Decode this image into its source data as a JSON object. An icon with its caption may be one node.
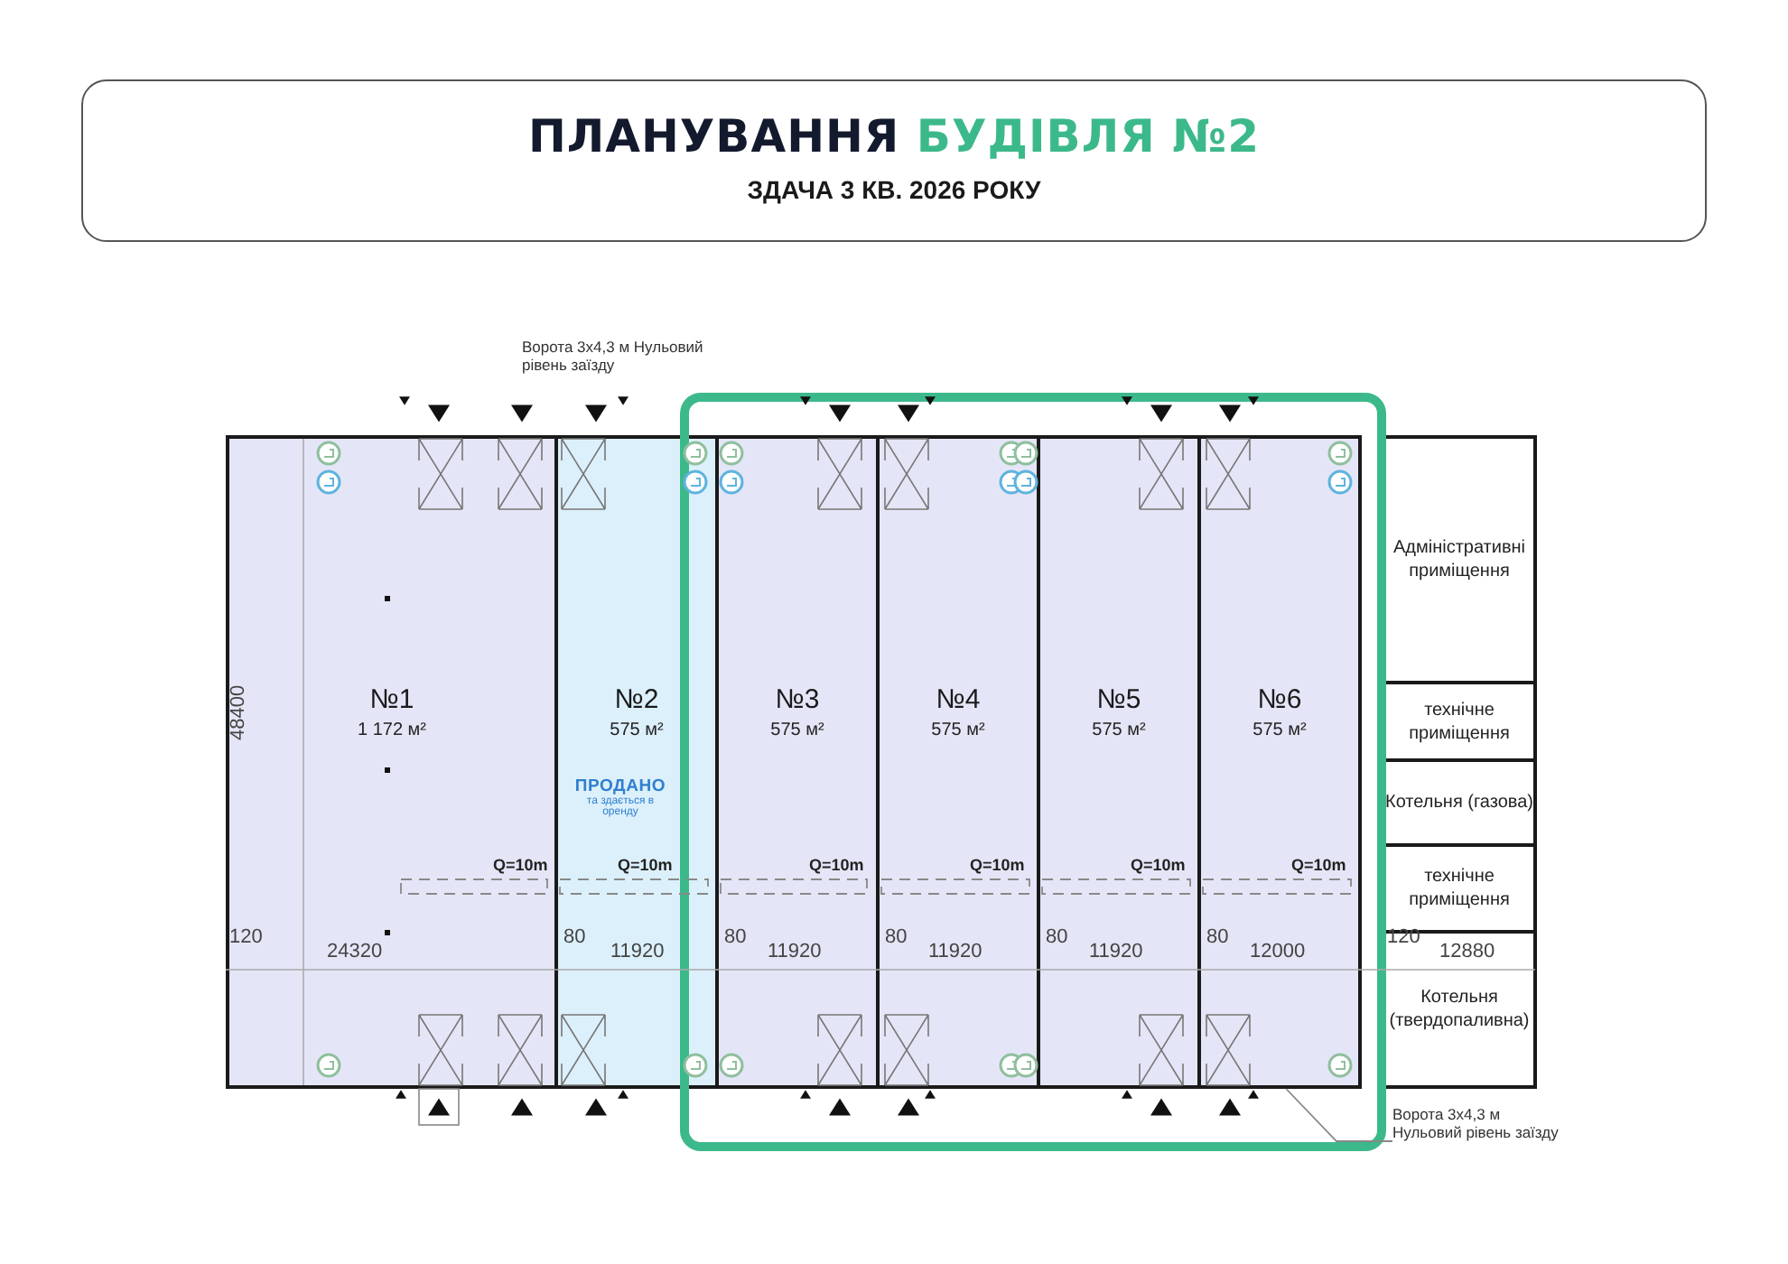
{
  "diagram": {
    "nodes": [
      {
        "text": [
          "ПЛАНУВАННЯ",
          "БУДІВЛЯ №2",
          "ЗДАЧА 3 КВ. 2026 РОКУ"
        ]
      },
      {
        "text": [
          "№1",
          "1 172 м²"
        ]
      },
      {
        "text": [
          "№2",
          "575 м²",
          "ПРОДАНО",
          "та здається в оренду"
        ]
      },
      {
        "text": [
          "№3",
          "575 м²"
        ]
      },
      {
        "text": [
          "№4",
          "575 м²"
        ]
      },
      {
        "text": [
          "№5",
          "575 м²"
        ]
      },
      {
        "text": [
          "№6",
          "575 м²"
        ]
      },
      {
        "text": [
          "Адміністративні приміщення"
        ]
      },
      {
        "text": [
          "технічне приміщення"
        ]
      },
      {
        "text": [
          "Котельня (газова)"
        ]
      },
      {
        "text": [
          "технічне приміщення"
        ]
      },
      {
        "text": [
          "Котельня (твердопаливна)"
        ]
      },
      {
        "text": [
          "Ворота 3х4,3 м Нульовий рівень заїзду"
        ]
      }
    ],
    "edges": [
      {
        "from": 12,
        "to": 6,
        "arrow": "none"
      }
    ],
    "labels": [
      "Ворота 3х4,3 м Нульовий рівень заїзду",
      "48400",
      "Q=10m",
      "Q=10m",
      "Q=10m",
      "Q=10m",
      "Q=10m",
      "Q=10m",
      "120",
      "24320",
      "80",
      "11920",
      "80",
      "11920",
      "80",
      "11920",
      "80",
      "11920",
      "80",
      "12000",
      "120",
      "12880"
    ]
  }
}
